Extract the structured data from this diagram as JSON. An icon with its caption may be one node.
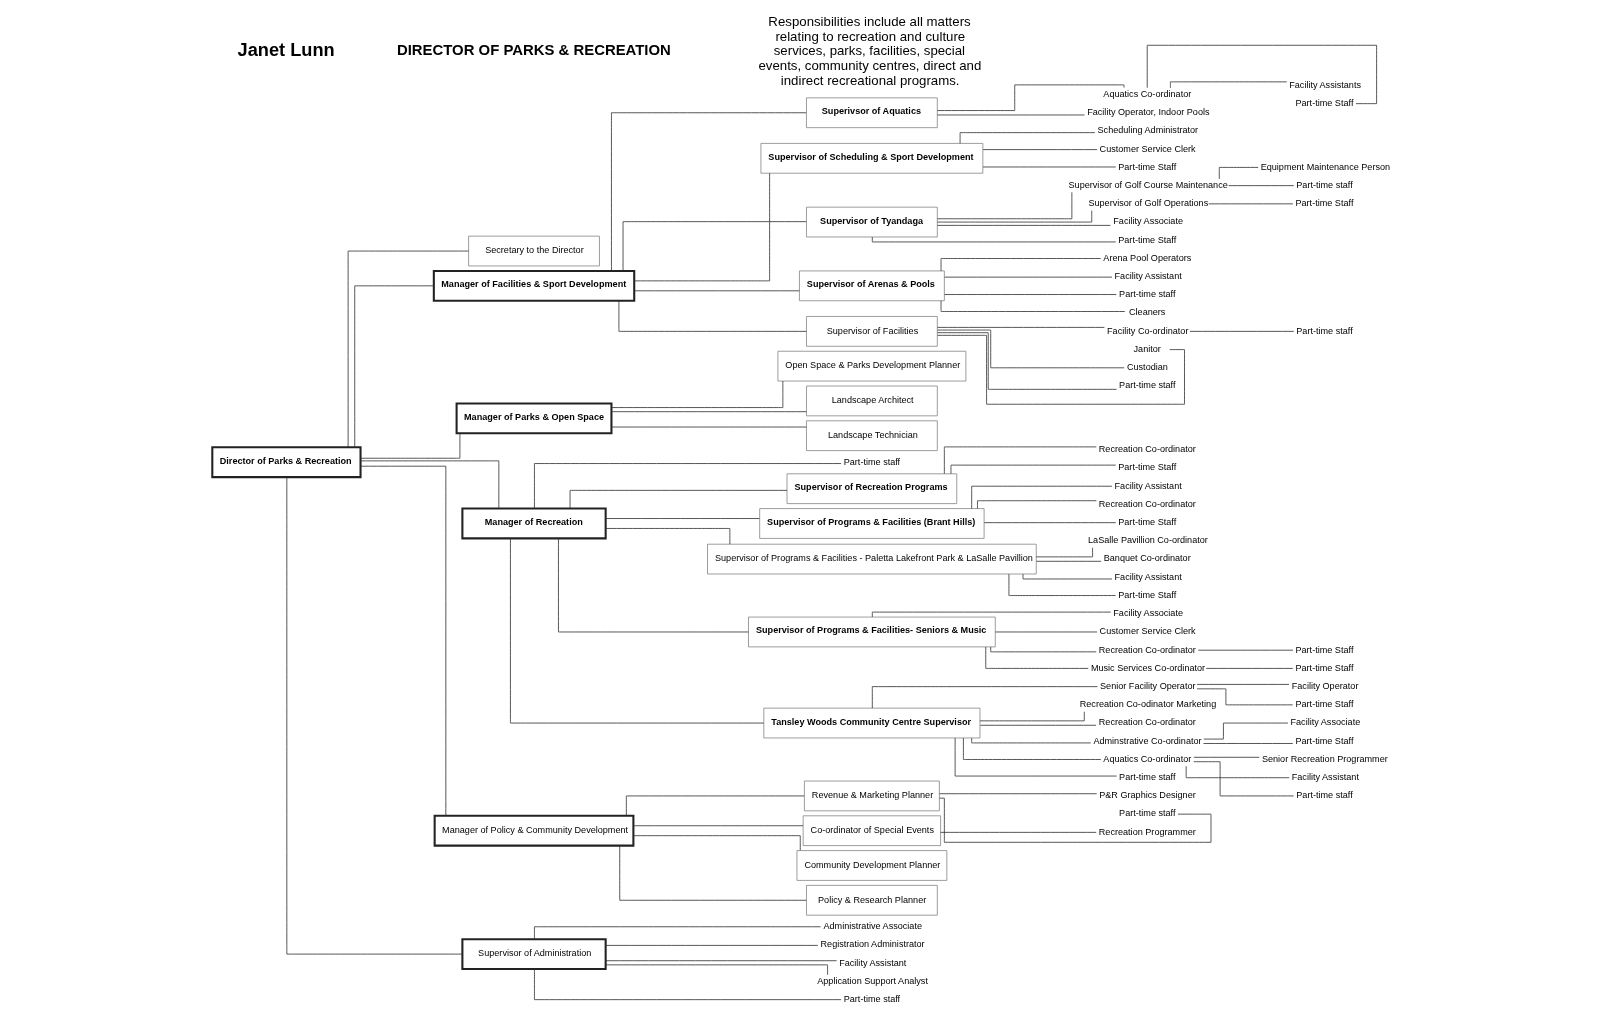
{
  "diagram": {
    "nodes": [
      {
        "text": [
          "Director of Parks & Recreation"
        ]
      },
      {
        "text": [
          "Secretary to the Director"
        ]
      },
      {
        "text": [
          "Manager of Facilities & Sport Development"
        ]
      },
      {
        "text": [
          "Manager of Parks & Open Space"
        ]
      },
      {
        "text": [
          "Manager of Recreation"
        ]
      },
      {
        "text": [
          "Manager of Policy & Community Development"
        ]
      },
      {
        "text": [
          "Supervisor of Administration"
        ]
      },
      {
        "text": [
          "Superivsor of Aquatics"
        ]
      },
      {
        "text": [
          "Aquatics Co-ordinator"
        ]
      },
      {
        "text": [
          "Facility Assistants"
        ]
      },
      {
        "text": [
          "Part-time Staff"
        ]
      },
      {
        "text": [
          "Facility Operator, Indoor Pools"
        ]
      },
      {
        "text": [
          "Supervisor of Scheduling & Sport Development"
        ]
      },
      {
        "text": [
          "Scheduling Administrator"
        ]
      },
      {
        "text": [
          "Customer Service Clerk"
        ]
      },
      {
        "text": [
          "Part-time Staff"
        ]
      },
      {
        "text": [
          "Supervisor of Tyandaga"
        ]
      },
      {
        "text": [
          "Supervisor of Golf Course Maintenance"
        ]
      },
      {
        "text": [
          "Equipment Maintenance Person"
        ]
      },
      {
        "text": [
          "Part-time staff"
        ]
      },
      {
        "text": [
          "Supervisor of Golf Operations"
        ]
      },
      {
        "text": [
          "Part-time Staff"
        ]
      },
      {
        "text": [
          "Facility Associate"
        ]
      },
      {
        "text": [
          "Part-time Staff"
        ]
      },
      {
        "text": [
          "Supervisor of Arenas & Pools"
        ]
      },
      {
        "text": [
          "Arena Pool Operators"
        ]
      },
      {
        "text": [
          "Facility Assistant"
        ]
      },
      {
        "text": [
          "Part-time staff"
        ]
      },
      {
        "text": [
          "Cleaners"
        ]
      },
      {
        "text": [
          "Supervisor of Facilities"
        ]
      },
      {
        "text": [
          "Facility Co-ordinator"
        ]
      },
      {
        "text": [
          "Part-time staff"
        ]
      },
      {
        "text": [
          "Janitor"
        ]
      },
      {
        "text": [
          "Custodian"
        ]
      },
      {
        "text": [
          "Part-time staff"
        ]
      },
      {
        "text": [
          "Open Space & Parks Development Planner"
        ]
      },
      {
        "text": [
          "Landscape Architect"
        ]
      },
      {
        "text": [
          "Landscape Technician"
        ]
      },
      {
        "text": [
          "Part-time staff"
        ]
      },
      {
        "text": [
          "Supervisor of Recreation Programs"
        ]
      },
      {
        "text": [
          "Recreation Co-ordinator"
        ]
      },
      {
        "text": [
          "Part-time Staff"
        ]
      },
      {
        "text": [
          "Supervisor of Programs & Facilities (Brant Hills)"
        ]
      },
      {
        "text": [
          "Facility Assistant"
        ]
      },
      {
        "text": [
          "Recreation Co-ordinator"
        ]
      },
      {
        "text": [
          "Part-time Staff"
        ]
      },
      {
        "text": [
          "Supervisor of Programs & Facilities - Paletta Lakefront Park & LaSalle Pavillion"
        ]
      },
      {
        "text": [
          "LaSalle Pavillion Co-ordinator"
        ]
      },
      {
        "text": [
          "Banquet Co-ordinator"
        ]
      },
      {
        "text": [
          "Facility Assistant"
        ]
      },
      {
        "text": [
          "Part-time Staff"
        ]
      },
      {
        "text": [
          "Supervisor of Programs & Facilities- Seniors & Music"
        ]
      },
      {
        "text": [
          "Facility Associate"
        ]
      },
      {
        "text": [
          "Customer Service Clerk"
        ]
      },
      {
        "text": [
          "Recreation Co-ordinator"
        ]
      },
      {
        "text": [
          "Part-time Staff"
        ]
      },
      {
        "text": [
          "Music Services Co-ordinator"
        ]
      },
      {
        "text": [
          "Part-time Staff"
        ]
      },
      {
        "text": [
          "Tansley Woods Community Centre Supervisor"
        ]
      },
      {
        "text": [
          "Senior Facility Operator"
        ]
      },
      {
        "text": [
          "Facility Operator"
        ]
      },
      {
        "text": [
          "Part-time Staff"
        ]
      },
      {
        "text": [
          "Recreation Co-odinator Marketing"
        ]
      },
      {
        "text": [
          "Recreation Co-ordinator"
        ]
      },
      {
        "text": [
          "Adminstrative Co-ordinator"
        ]
      },
      {
        "text": [
          "Facility Associate"
        ]
      },
      {
        "text": [
          "Part-time Staff"
        ]
      },
      {
        "text": [
          "Aquatics Co-ordinator"
        ]
      },
      {
        "text": [
          "Senior Recreation Programmer"
        ]
      },
      {
        "text": [
          "Facility Assistant"
        ]
      },
      {
        "text": [
          "Part-time staff"
        ]
      },
      {
        "text": [
          "Part-time staff"
        ]
      },
      {
        "text": [
          "Revenue & Marketing Planner"
        ]
      },
      {
        "text": [
          "P&R Graphics Designer"
        ]
      },
      {
        "text": [
          "Part-time staff"
        ]
      },
      {
        "text": [
          "Co-ordinator of Special Events"
        ]
      },
      {
        "text": [
          "Recreation Programmer"
        ]
      },
      {
        "text": [
          "Community Development Planner"
        ]
      },
      {
        "text": [
          "Policy & Research Planner"
        ]
      },
      {
        "text": [
          "Administrative Associate"
        ]
      },
      {
        "text": [
          "Registration Administrator"
        ]
      },
      {
        "text": [
          "Facility Assistant"
        ]
      },
      {
        "text": [
          "Application Support Analyst"
        ]
      },
      {
        "text": [
          "Part-time staff"
        ]
      }
    ],
    "edges": [
      {
        "from": 0,
        "to": 1,
        "arrow": "none"
      },
      {
        "from": 0,
        "to": 2,
        "arrow": "none"
      },
      {
        "from": 0,
        "to": 3,
        "arrow": "none"
      },
      {
        "from": 0,
        "to": 4,
        "arrow": "none"
      },
      {
        "from": 0,
        "to": 5,
        "arrow": "none"
      },
      {
        "from": 0,
        "to": 6,
        "arrow": "none"
      },
      {
        "from": 2,
        "to": 7,
        "arrow": "none"
      },
      {
        "from": 7,
        "to": 8,
        "arrow": "none"
      },
      {
        "from": 8,
        "to": 9,
        "arrow": "none"
      },
      {
        "from": 8,
        "to": 10,
        "arrow": "none"
      },
      {
        "from": 7,
        "to": 11,
        "arrow": "none"
      },
      {
        "from": 2,
        "to": 12,
        "arrow": "none"
      },
      {
        "from": 12,
        "to": 13,
        "arrow": "none"
      },
      {
        "from": 12,
        "to": 14,
        "arrow": "none"
      },
      {
        "from": 12,
        "to": 15,
        "arrow": "none"
      },
      {
        "from": 2,
        "to": 16,
        "arrow": "none"
      },
      {
        "from": 16,
        "to": 17,
        "arrow": "none"
      },
      {
        "from": 17,
        "to": 18,
        "arrow": "none"
      },
      {
        "from": 17,
        "to": 19,
        "arrow": "none"
      },
      {
        "from": 16,
        "to": 20,
        "arrow": "none"
      },
      {
        "from": 20,
        "to": 21,
        "arrow": "none"
      },
      {
        "from": 16,
        "to": 22,
        "arrow": "none"
      },
      {
        "from": 16,
        "to": 23,
        "arrow": "none"
      },
      {
        "from": 2,
        "to": 24,
        "arrow": "none"
      },
      {
        "from": 24,
        "to": 25,
        "arrow": "none"
      },
      {
        "from": 24,
        "to": 26,
        "arrow": "none"
      },
      {
        "from": 24,
        "to": 27,
        "arrow": "none"
      },
      {
        "from": 24,
        "to": 28,
        "arrow": "none"
      },
      {
        "from": 2,
        "to": 29,
        "arrow": "none"
      },
      {
        "from": 29,
        "to": 30,
        "arrow": "none"
      },
      {
        "from": 30,
        "to": 31,
        "arrow": "none"
      },
      {
        "from": 29,
        "to": 32,
        "arrow": "none"
      },
      {
        "from": 29,
        "to": 33,
        "arrow": "none"
      },
      {
        "from": 29,
        "to": 34,
        "arrow": "none"
      },
      {
        "from": 3,
        "to": 35,
        "arrow": "none"
      },
      {
        "from": 3,
        "to": 36,
        "arrow": "none"
      },
      {
        "from": 3,
        "to": 37,
        "arrow": "none"
      },
      {
        "from": 4,
        "to": 38,
        "arrow": "none"
      },
      {
        "from": 4,
        "to": 39,
        "arrow": "none"
      },
      {
        "from": 39,
        "to": 40,
        "arrow": "none"
      },
      {
        "from": 39,
        "to": 41,
        "arrow": "none"
      },
      {
        "from": 4,
        "to": 42,
        "arrow": "none"
      },
      {
        "from": 42,
        "to": 43,
        "arrow": "none"
      },
      {
        "from": 42,
        "to": 44,
        "arrow": "none"
      },
      {
        "from": 42,
        "to": 45,
        "arrow": "none"
      },
      {
        "from": 4,
        "to": 46,
        "arrow": "none"
      },
      {
        "from": 46,
        "to": 47,
        "arrow": "none"
      },
      {
        "from": 46,
        "to": 48,
        "arrow": "none"
      },
      {
        "from": 46,
        "to": 49,
        "arrow": "none"
      },
      {
        "from": 46,
        "to": 50,
        "arrow": "none"
      },
      {
        "from": 4,
        "to": 51,
        "arrow": "none"
      },
      {
        "from": 51,
        "to": 52,
        "arrow": "none"
      },
      {
        "from": 51,
        "to": 53,
        "arrow": "none"
      },
      {
        "from": 51,
        "to": 54,
        "arrow": "none"
      },
      {
        "from": 54,
        "to": 55,
        "arrow": "none"
      },
      {
        "from": 51,
        "to": 56,
        "arrow": "none"
      },
      {
        "from": 56,
        "to": 57,
        "arrow": "none"
      },
      {
        "from": 4,
        "to": 58,
        "arrow": "none"
      },
      {
        "from": 58,
        "to": 59,
        "arrow": "none"
      },
      {
        "from": 59,
        "to": 60,
        "arrow": "none"
      },
      {
        "from": 59,
        "to": 61,
        "arrow": "none"
      },
      {
        "from": 58,
        "to": 62,
        "arrow": "none"
      },
      {
        "from": 58,
        "to": 63,
        "arrow": "none"
      },
      {
        "from": 58,
        "to": 64,
        "arrow": "none"
      },
      {
        "from": 64,
        "to": 65,
        "arrow": "none"
      },
      {
        "from": 64,
        "to": 66,
        "arrow": "none"
      },
      {
        "from": 58,
        "to": 67,
        "arrow": "none"
      },
      {
        "from": 67,
        "to": 68,
        "arrow": "none"
      },
      {
        "from": 67,
        "to": 69,
        "arrow": "none"
      },
      {
        "from": 67,
        "to": 70,
        "arrow": "none"
      },
      {
        "from": 58,
        "to": 71,
        "arrow": "none"
      },
      {
        "from": 5,
        "to": 72,
        "arrow": "none"
      },
      {
        "from": 72,
        "to": 73,
        "arrow": "none"
      },
      {
        "from": 72,
        "to": 74,
        "arrow": "none"
      },
      {
        "from": 5,
        "to": 75,
        "arrow": "none"
      },
      {
        "from": 75,
        "to": 76,
        "arrow": "none"
      },
      {
        "from": 5,
        "to": 77,
        "arrow": "none"
      },
      {
        "from": 5,
        "to": 78,
        "arrow": "none"
      },
      {
        "from": 6,
        "to": 79,
        "arrow": "none"
      },
      {
        "from": 6,
        "to": 80,
        "arrow": "none"
      },
      {
        "from": 6,
        "to": 81,
        "arrow": "none"
      },
      {
        "from": 6,
        "to": 82,
        "arrow": "none"
      },
      {
        "from": 6,
        "to": 83,
        "arrow": "none"
      }
    ],
    "labels": [
      "Janet Lunn",
      "DIRECTOR OF PARKS & RECREATION",
      "Responsibilities include all matters relating to recreation and culture services, parks, facilities, special events, community centres, direct and indirect recreational programs."
    ]
  }
}
